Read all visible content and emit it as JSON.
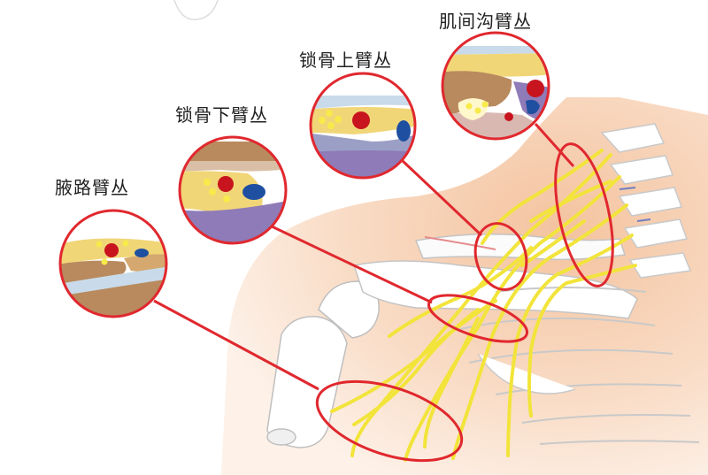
{
  "labels": {
    "interscalene": "肌间沟臂丛",
    "supraclavicular": "锁骨上臂丛",
    "infraclavicular": "锁骨下臂丛",
    "axillary": "腋路臂丛"
  },
  "colors": {
    "pointer_red": "#e0282e",
    "nerve_yellow": "#f2e43a",
    "skin": "#f7d2b4",
    "artery_red": "#c8141e",
    "vein_blue": "#1f4fa0",
    "muscle_brown": "#b98a5e",
    "fascia_purple": "#8e7bb8"
  }
}
